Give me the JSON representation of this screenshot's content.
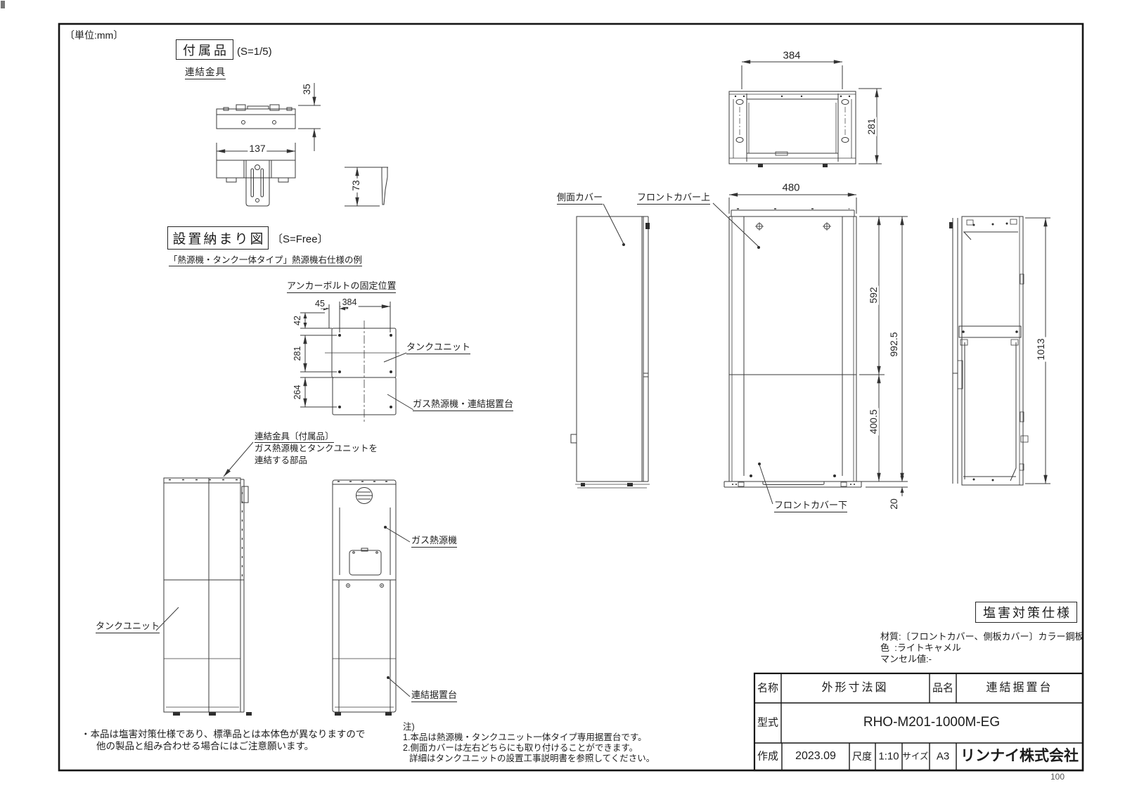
{
  "colors": {
    "line": "#3a3a3a",
    "frame": "#151515"
  },
  "page": {
    "unit_note": "〔単位:mm〕",
    "page_number": "100"
  },
  "accessory": {
    "title": "付属品",
    "scale": "(S=1/5)",
    "part": "連結金具",
    "dims": {
      "h": "35",
      "w": "137",
      "d": "73"
    }
  },
  "installation": {
    "title": "設置納まり図",
    "scale": "〔S=Free〕",
    "subtitle": "「熱源機・タンク一体タイプ」熱源機右仕様の例",
    "anchor_title": "アンカーボルトの固定位置",
    "anchor_dims": {
      "a45": "45",
      "a384": "384",
      "a42": "42",
      "a281": "281",
      "a264": "264"
    },
    "anchor_tank": "タンクユニット",
    "anchor_base": "ガス熱源機・連結据置台",
    "bracket_note": {
      "l1": "連結金具〔付属品〕",
      "l2": "ガス熱源機とタンクユニットを",
      "l3": "連結する部品"
    },
    "tank": "タンクユニット",
    "heater": "ガス熱源機",
    "base": "連結据置台"
  },
  "views": {
    "side_cover": "側面カバー",
    "front_cover_top": "フロントカバー上",
    "front_cover_bottom": "フロントカバー下",
    "dims": {
      "w384": "384",
      "d281": "281",
      "w480": "480",
      "h592": "592",
      "h992": "992.5",
      "h400": "400.5",
      "h20": "20",
      "h1013": "1013"
    }
  },
  "salt_spec": {
    "title": "塩害対策仕様",
    "material": "材質:〔フロントカバー、側板カバー〕カラー鋼板",
    "color": "色  :ライトキャメル",
    "munsell": "マンセル値:-"
  },
  "notes": {
    "left1": "・本品は塩害対策仕様であり、標準品とは本体色が異なりますので",
    "left2": "他の製品と組み合わせる場合にはご注意願います。",
    "right_title": "注)",
    "right1": "1.本品は熱源機・タンクユニット一体タイプ専用据置台です。",
    "right2": "2.側面カバーは左右どちらにも取り付けることができます。",
    "right3": "詳細はタンクユニットの設置工事説明書を参照してください。"
  },
  "title_block": {
    "name_label": "名称",
    "name_value": "外形寸法図",
    "item_label": "品名",
    "item_value": "連結据置台",
    "model_label": "型式",
    "model_value": "RHO-M201-1000M-EG",
    "date_label": "作成",
    "date_value": "2023.09",
    "scale_label": "尺度",
    "scale_value": "1:10",
    "size_label": "サイズ",
    "size_value": "A3",
    "company": "リンナイ株式会社"
  }
}
